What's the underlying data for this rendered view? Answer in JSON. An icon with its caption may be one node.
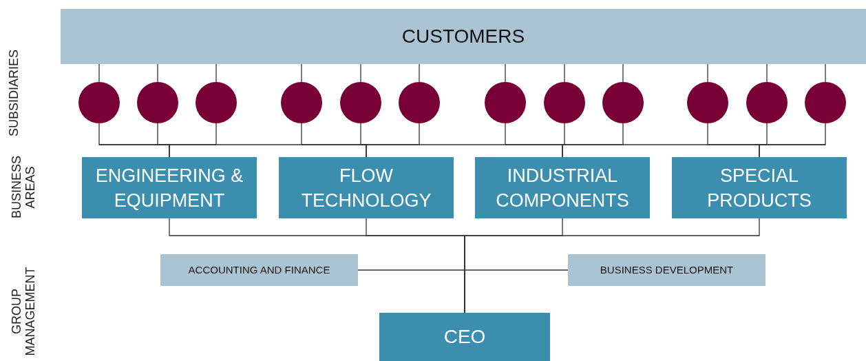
{
  "diagram": {
    "nodes": [
      {
        "text": [
          "CUSTOMERS"
        ]
      },
      {
        "text": [],
        "shape": "circle"
      },
      {
        "text": [],
        "shape": "circle"
      },
      {
        "text": [],
        "shape": "circle"
      },
      {
        "text": [],
        "shape": "circle"
      },
      {
        "text": [],
        "shape": "circle"
      },
      {
        "text": [],
        "shape": "circle"
      },
      {
        "text": [],
        "shape": "circle"
      },
      {
        "text": [],
        "shape": "circle"
      },
      {
        "text": [],
        "shape": "circle"
      },
      {
        "text": [],
        "shape": "circle"
      },
      {
        "text": [],
        "shape": "circle"
      },
      {
        "text": [],
        "shape": "circle"
      },
      {
        "text": [
          "ENGINEERING & EQUIPMENT"
        ]
      },
      {
        "text": [
          "FLOW TECHNOLOGY"
        ]
      },
      {
        "text": [
          "INDUSTRIAL COMPONENTS"
        ]
      },
      {
        "text": [
          "SPECIAL PRODUCTS"
        ]
      },
      {
        "text": [
          "ACCOUNTING AND FINANCE"
        ]
      },
      {
        "text": [
          "BUSINESS DEVELOPMENT"
        ]
      },
      {
        "text": [
          "CEO"
        ]
      }
    ],
    "edges": [
      {
        "from": 0,
        "to": 1,
        "arrow": "none"
      },
      {
        "from": 0,
        "to": 2,
        "arrow": "none"
      },
      {
        "from": 0,
        "to": 3,
        "arrow": "none"
      },
      {
        "from": 0,
        "to": 4,
        "arrow": "none"
      },
      {
        "from": 0,
        "to": 5,
        "arrow": "none"
      },
      {
        "from": 0,
        "to": 6,
        "arrow": "none"
      },
      {
        "from": 0,
        "to": 7,
        "arrow": "none"
      },
      {
        "from": 0,
        "to": 8,
        "arrow": "none"
      },
      {
        "from": 0,
        "to": 9,
        "arrow": "none"
      },
      {
        "from": 0,
        "to": 10,
        "arrow": "none"
      },
      {
        "from": 0,
        "to": 11,
        "arrow": "none"
      },
      {
        "from": 0,
        "to": 12,
        "arrow": "none"
      },
      {
        "from": 1,
        "to": 13,
        "arrow": "none"
      },
      {
        "from": 2,
        "to": 13,
        "arrow": "none"
      },
      {
        "from": 3,
        "to": 13,
        "arrow": "none"
      },
      {
        "from": 4,
        "to": 14,
        "arrow": "none"
      },
      {
        "from": 5,
        "to": 14,
        "arrow": "none"
      },
      {
        "from": 6,
        "to": 14,
        "arrow": "none"
      },
      {
        "from": 7,
        "to": 15,
        "arrow": "none"
      },
      {
        "from": 8,
        "to": 15,
        "arrow": "none"
      },
      {
        "from": 9,
        "to": 15,
        "arrow": "none"
      },
      {
        "from": 10,
        "to": 16,
        "arrow": "none"
      },
      {
        "from": 11,
        "to": 16,
        "arrow": "none"
      },
      {
        "from": 12,
        "to": 16,
        "arrow": "none"
      },
      {
        "from": 13,
        "to": 19,
        "arrow": "none"
      },
      {
        "from": 14,
        "to": 19,
        "arrow": "none"
      },
      {
        "from": 15,
        "to": 19,
        "arrow": "none"
      },
      {
        "from": 16,
        "to": 19,
        "arrow": "none"
      },
      {
        "from": 17,
        "to": 19,
        "arrow": "none"
      },
      {
        "from": 18,
        "to": 19,
        "arrow": "none"
      }
    ],
    "labels": [
      "SUBSIDIARIES",
      "BUSINESS AREAS",
      "GROUP MANAGEMENT"
    ]
  }
}
